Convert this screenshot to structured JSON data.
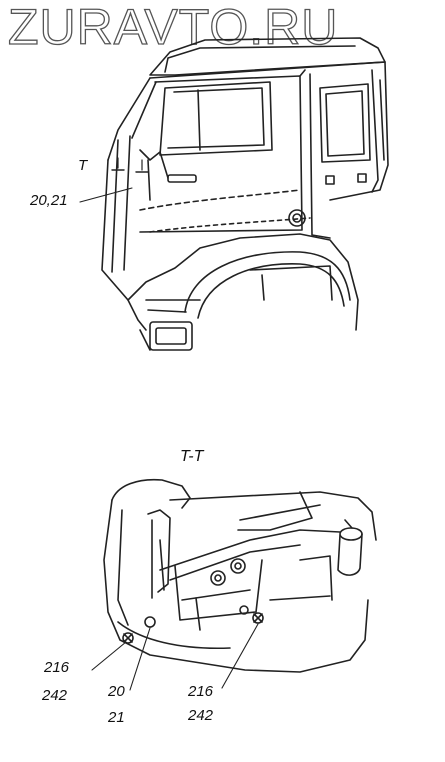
{
  "watermark": "ZURAVTO.RU",
  "section_title": "T-T",
  "section_marker": "T",
  "callouts": {
    "cab_ref": "20,21",
    "left_top_a": "216",
    "left_top_b": "242",
    "mid_a": "20",
    "mid_b": "21",
    "right_a": "216",
    "right_b": "242"
  }
}
